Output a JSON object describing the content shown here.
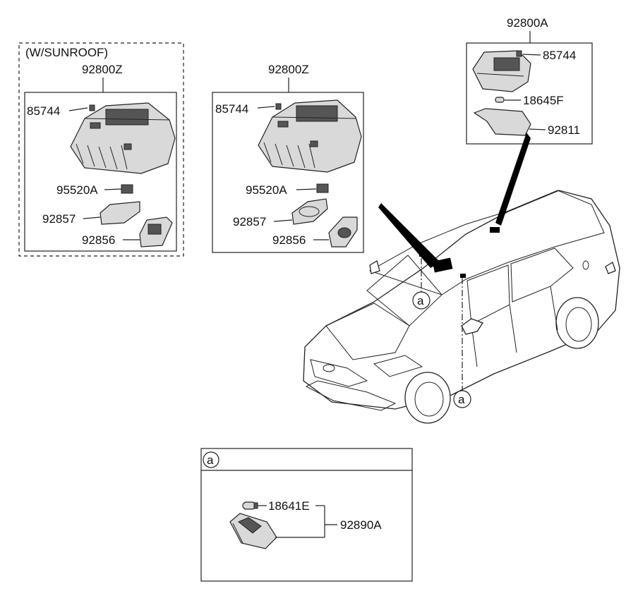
{
  "left_group": {
    "variant_label": "(W/SUNROOF)",
    "assembly": "92800Z",
    "parts": [
      "85744",
      "95520A",
      "92857",
      "92856"
    ]
  },
  "middle_group": {
    "assembly": "92800Z",
    "parts": [
      "85744",
      "95520A",
      "92857",
      "92856"
    ]
  },
  "right_group": {
    "assembly": "92800A",
    "parts": [
      "85744",
      "18645F",
      "92811"
    ]
  },
  "callouts": {
    "marker": "a"
  },
  "detail_a": {
    "marker": "a",
    "bulb": "18641E",
    "assembly": "92890A"
  }
}
